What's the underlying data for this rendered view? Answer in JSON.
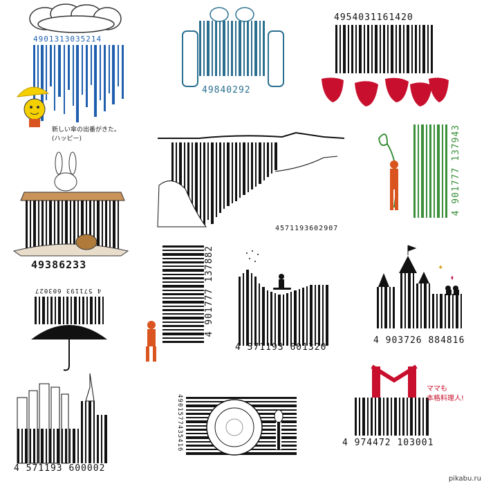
{
  "barcodes": {
    "rain": {
      "number": "4901313035214",
      "caption_line1": "新しい傘の出番がきた。",
      "caption_line2": "(ハッピー)"
    },
    "sofa": {
      "number": "49840292"
    },
    "strawberry": {
      "number": "4954031161420"
    },
    "rabbit": {
      "number": "49386233"
    },
    "waterfall": {
      "number": "4571193602907"
    },
    "vine": {
      "number": "4 901777 137943"
    },
    "umbrella": {
      "number": "4 571193 603027"
    },
    "mover": {
      "number": "4 901777 137882"
    },
    "wave": {
      "number": "4 571193 601320"
    },
    "castle": {
      "number": "4 903726 884816"
    },
    "city": {
      "number": "4 571193 600002"
    },
    "plate": {
      "number": "4901577435416"
    },
    "apron": {
      "number": "4 974472 103001",
      "caption_line1": "ママも",
      "caption_line2": "本格料理人!"
    }
  },
  "watermark": "pikabu.ru",
  "colors": {
    "rain_blue": "#1f5fae",
    "sofa_teal": "#2a6f8f",
    "strawberry_red": "#c8102e",
    "vine_green": "#3a8f3a",
    "figure_orange": "#d9541e",
    "apron_red": "#c8102e",
    "umbrella_yellow": "#f5d000"
  }
}
